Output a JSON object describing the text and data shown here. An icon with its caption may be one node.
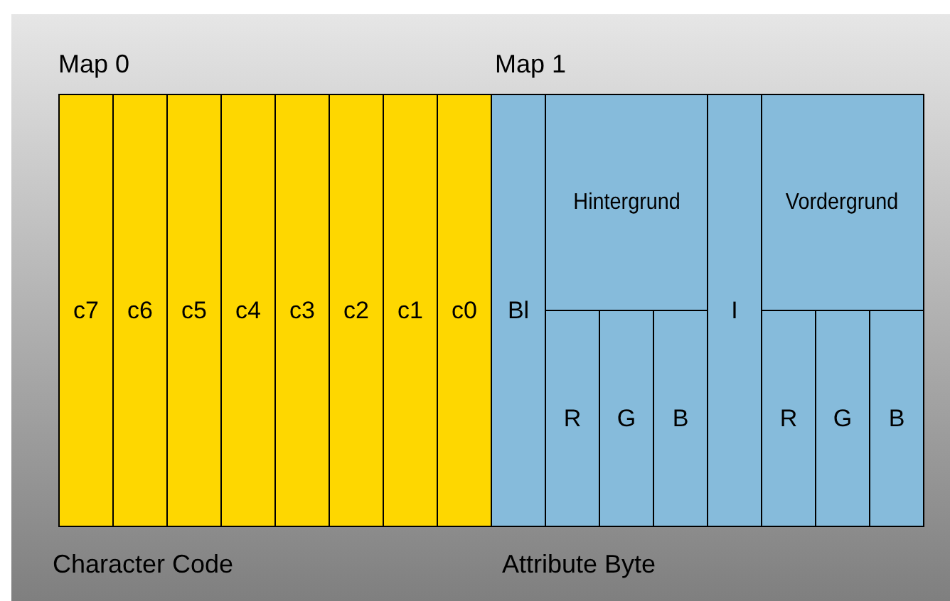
{
  "diagram": {
    "nodes": [
      {
        "text": [
          "c7"
        ]
      },
      {
        "text": [
          "c6"
        ]
      },
      {
        "text": [
          "c5"
        ]
      },
      {
        "text": [
          "c4"
        ]
      },
      {
        "text": [
          "c3"
        ]
      },
      {
        "text": [
          "c2"
        ]
      },
      {
        "text": [
          "c1"
        ]
      },
      {
        "text": [
          "c0"
        ]
      },
      {
        "text": [
          "Bl"
        ]
      },
      {
        "text": [
          "Hintergrund"
        ]
      },
      {
        "text": [
          "R"
        ]
      },
      {
        "text": [
          "G"
        ]
      },
      {
        "text": [
          "B"
        ]
      },
      {
        "text": [
          "I"
        ]
      },
      {
        "text": [
          "Vordergrund"
        ]
      },
      {
        "text": [
          "R"
        ]
      },
      {
        "text": [
          "G"
        ]
      },
      {
        "text": [
          "B"
        ]
      }
    ],
    "labels": [
      "Map 0",
      "Map 1",
      "Character Code",
      "Attribute Byte"
    ]
  }
}
